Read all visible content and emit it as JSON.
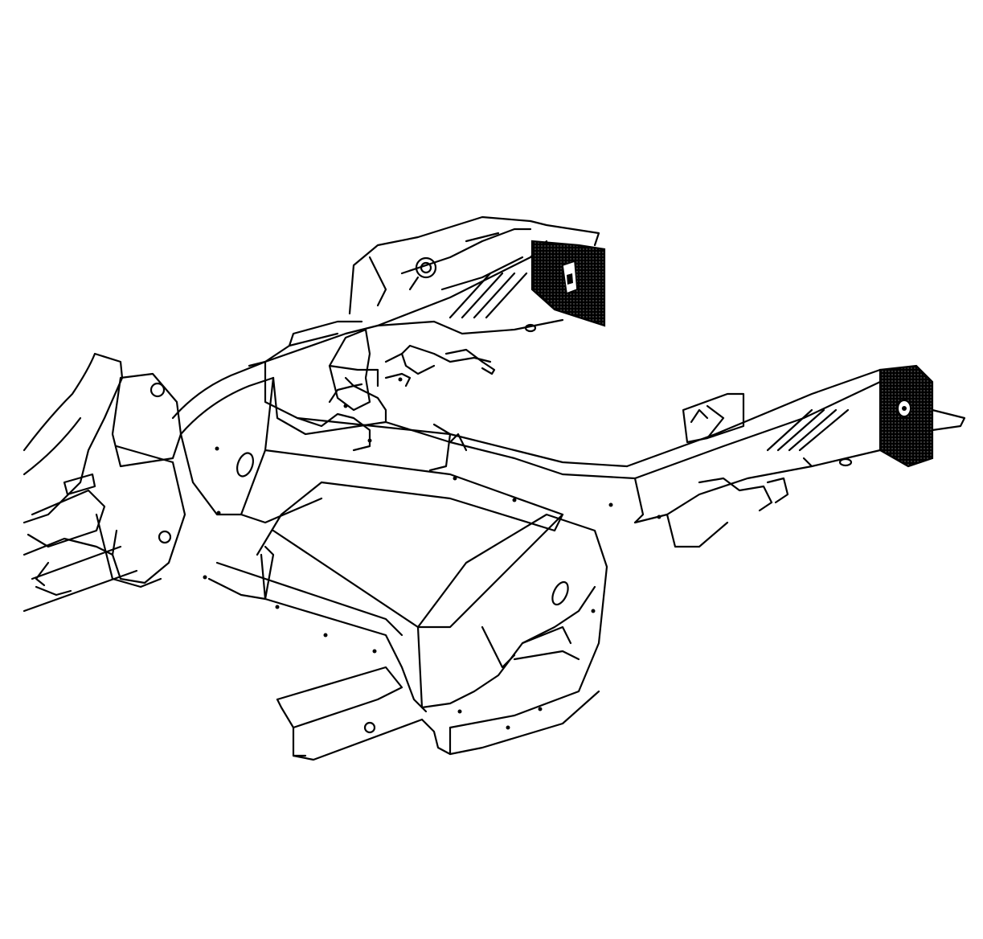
{
  "diagram": {
    "type": "line-art",
    "subject": "vehicle-frame-front-section",
    "colors": {
      "line": "#000000",
      "background": "#ffffff",
      "highlight": "#000000"
    },
    "highlighted_parts": [
      "left-rail-end-plate",
      "right-rail-end-plate"
    ]
  }
}
